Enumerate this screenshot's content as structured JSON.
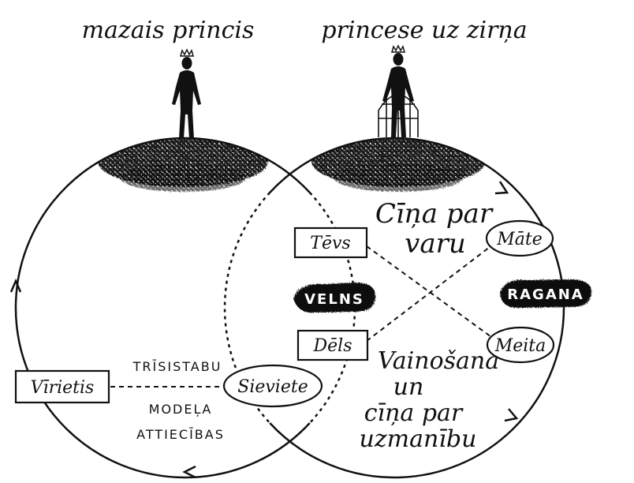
{
  "titles": {
    "left": "mazais princis",
    "right": "princese uz zirņa"
  },
  "boxes": {
    "tevs": "Tēvs",
    "dels": "Dēls",
    "virietis": "Vīrietis"
  },
  "ovals": {
    "mate": "Māte",
    "meita": "Meita",
    "sieviete": "Sieviete"
  },
  "blobs": {
    "velns": "VELNS",
    "ragana": "RAGANA"
  },
  "notes": {
    "cina_line1": "Cīņa par",
    "cina_line2": "varu",
    "vain_line1": "Vainošana",
    "vain_line2": "un",
    "vain_line3": "cīņa par",
    "vain_line4": "uzmanību",
    "tris_line1": "TRĪSISTABU",
    "tris_line2": "MODEĻA",
    "tris_line3": "ATTIECĪBAS"
  },
  "colors": {
    "ink": "#111111",
    "paper": "#ffffff"
  }
}
